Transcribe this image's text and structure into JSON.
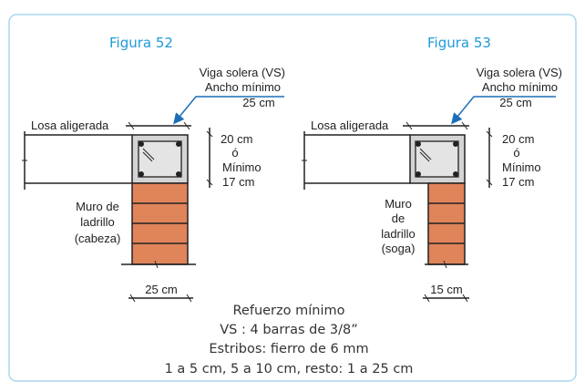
{
  "figures": [
    {
      "title": "Figura 52",
      "beam_label": [
        "Viga solera (VS)",
        "Ancho mínimo",
        "25 cm"
      ],
      "slab_label": "Losa aligerada",
      "height_label": [
        "20 cm",
        "ó",
        "Mínimo",
        "17 cm"
      ],
      "wall_label": [
        "Muro de",
        "ladrillo",
        "(cabeza)"
      ],
      "wall_width": "25 cm"
    },
    {
      "title": "Figura 53",
      "beam_label": [
        "Viga solera (VS)",
        "Ancho mínimo",
        "25 cm"
      ],
      "slab_label": "Losa aligerada",
      "height_label": [
        "20 cm",
        "ó",
        "Mínimo",
        "17 cm"
      ],
      "wall_label": [
        "Muro",
        "de",
        "ladrillo",
        "(soga)"
      ],
      "wall_width": "15 cm"
    }
  ],
  "notes": [
    "Refuerzo mínimo",
    "VS : 4 barras de 3/8”",
    "Estribos: fierro de 6 mm",
    "1 a 5 cm, 5 a 10 cm, resto: 1 a 25 cm"
  ],
  "colors": {
    "title": "#1f9ad8",
    "brick": "#e0845a",
    "frame": "#a9d6ef",
    "arrow": "#1b6fb8"
  }
}
